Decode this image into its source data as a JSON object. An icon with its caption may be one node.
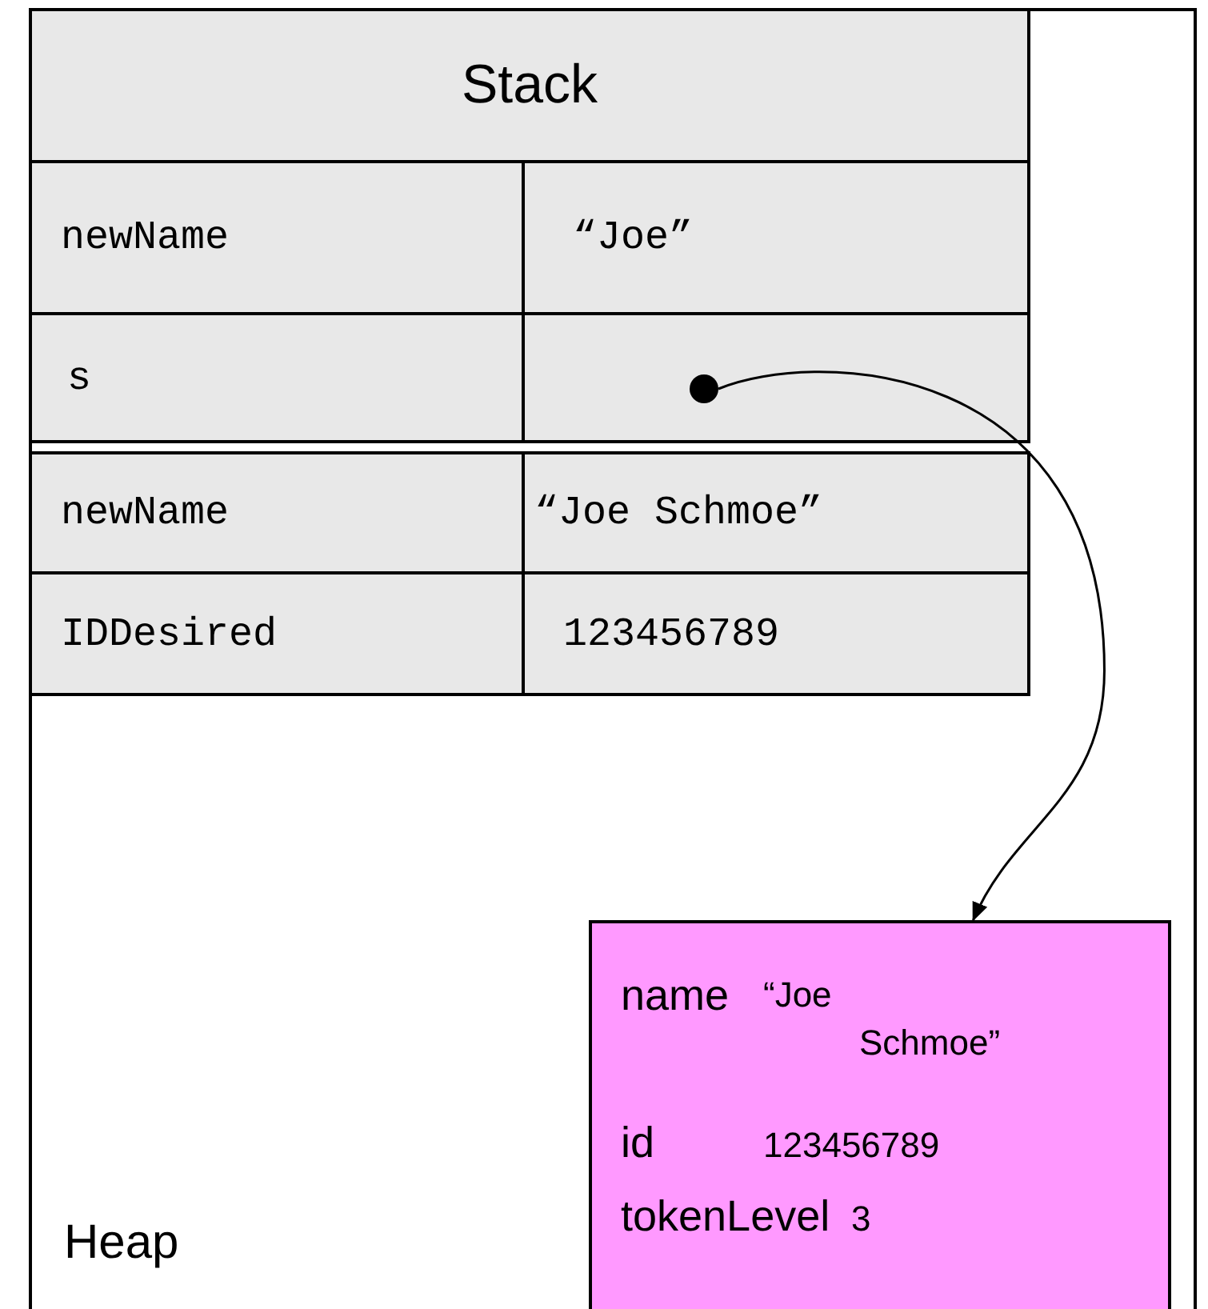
{
  "diagram": {
    "nodes": [
      {
        "text": [
          "Heap"
        ]
      },
      {
        "text": [
          "Stack"
        ],
        "in": 0
      },
      {
        "text": [
          "newName"
        ],
        "in": 1
      },
      {
        "text": [
          "“Joe”"
        ],
        "in": 1
      },
      {
        "text": [
          "s"
        ],
        "in": 1
      },
      {
        "text": [],
        "shape": "circle",
        "in": 1
      },
      {
        "text": [
          "newName"
        ],
        "in": 0
      },
      {
        "text": [
          "“Joe Schmoe”"
        ],
        "in": 0
      },
      {
        "text": [
          "IDDesired"
        ],
        "in": 0
      },
      {
        "text": [
          "123456789"
        ],
        "in": 0
      },
      {
        "text": [
          "name",
          "“Joe Schmoe”",
          "id",
          "123456789",
          "tokenLevel",
          "3"
        ],
        "in": 0
      }
    ],
    "edges": [
      {
        "from": 5,
        "to": 10,
        "arrow": "to"
      }
    ]
  }
}
